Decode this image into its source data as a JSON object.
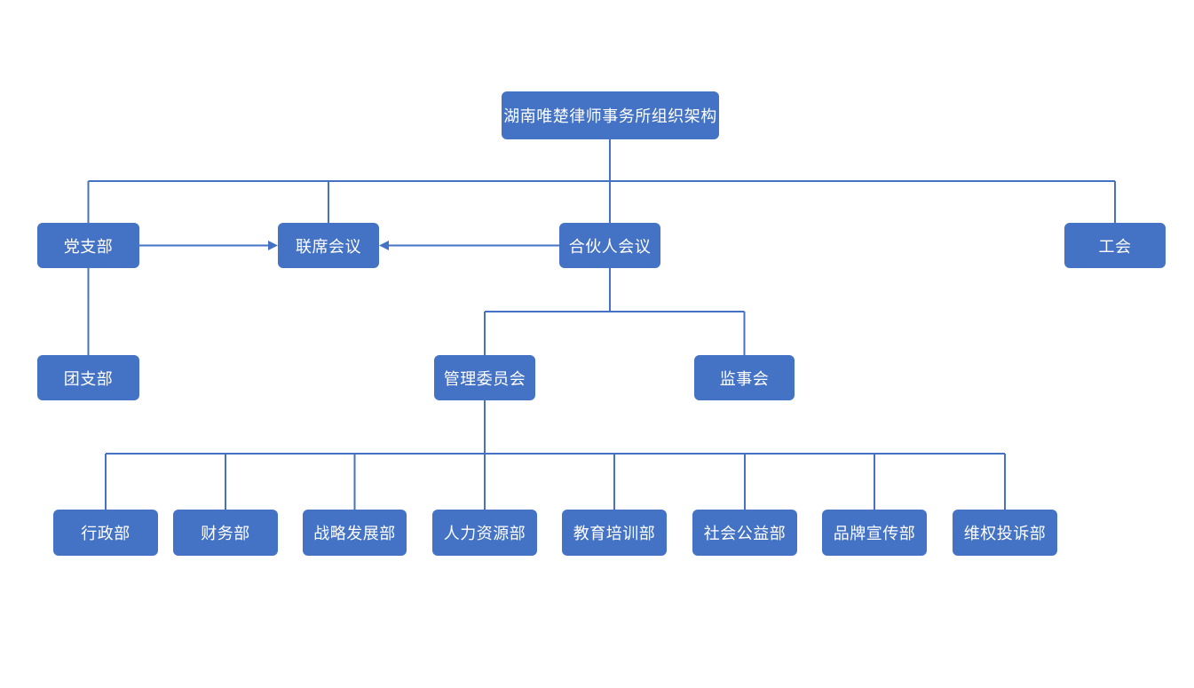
{
  "diagram": {
    "title": "湖南唯楚律师事务所组织架构",
    "nodes": {
      "root": "湖南唯楚律师事务所组织架构",
      "party_branch": "党支部",
      "joint_meeting": "联席会议",
      "partners_meeting": "合伙人会议",
      "labor_union": "工会",
      "youth_league_branch": "团支部",
      "management_committee": "管理委员会",
      "supervisory_board": "监事会",
      "departments": [
        "行政部",
        "财务部",
        "战略发展部",
        "人力资源部",
        "教育培训部",
        "社会公益部",
        "品牌宣传部",
        "维权投诉部"
      ]
    },
    "edges": [
      {
        "from": "root",
        "to": "party_branch",
        "type": "elbow"
      },
      {
        "from": "root",
        "to": "joint_meeting",
        "type": "elbow"
      },
      {
        "from": "root",
        "to": "partners_meeting",
        "type": "elbow"
      },
      {
        "from": "root",
        "to": "labor_union",
        "type": "elbow"
      },
      {
        "from": "party_branch",
        "to": "joint_meeting",
        "type": "arrow"
      },
      {
        "from": "partners_meeting",
        "to": "joint_meeting",
        "type": "arrow"
      },
      {
        "from": "party_branch",
        "to": "youth_league_branch",
        "type": "straight"
      },
      {
        "from": "partners_meeting",
        "to": "management_committee",
        "type": "elbow"
      },
      {
        "from": "partners_meeting",
        "to": "supervisory_board",
        "type": "elbow"
      },
      {
        "from": "management_committee",
        "to": "行政部",
        "type": "elbow"
      },
      {
        "from": "management_committee",
        "to": "财务部",
        "type": "elbow"
      },
      {
        "from": "management_committee",
        "to": "战略发展部",
        "type": "elbow"
      },
      {
        "from": "management_committee",
        "to": "人力资源部",
        "type": "elbow"
      },
      {
        "from": "management_committee",
        "to": "教育培训部",
        "type": "elbow"
      },
      {
        "from": "management_committee",
        "to": "社会公益部",
        "type": "elbow"
      },
      {
        "from": "management_committee",
        "to": "品牌宣传部",
        "type": "elbow"
      },
      {
        "from": "management_committee",
        "to": "维权投诉部",
        "type": "elbow"
      }
    ],
    "colors": {
      "node_fill": "#4472C4",
      "node_text": "#FFFFFF",
      "connector": "#4472C4",
      "background": "#FFFFFF"
    }
  }
}
